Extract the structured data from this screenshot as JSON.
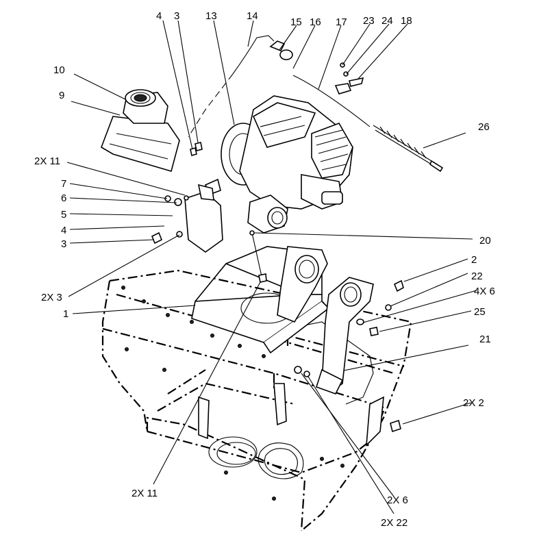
{
  "callouts": [
    {
      "id": "c1",
      "text": "1"
    },
    {
      "id": "c2",
      "text": "2"
    },
    {
      "id": "c2x2",
      "text": "2X 2"
    },
    {
      "id": "c3a",
      "text": "3"
    },
    {
      "id": "c3b",
      "text": "3"
    },
    {
      "id": "c2x3",
      "text": "2X 3"
    },
    {
      "id": "c4a",
      "text": "4"
    },
    {
      "id": "c4b",
      "text": "4"
    },
    {
      "id": "c4x6",
      "text": "4X 6"
    },
    {
      "id": "c2x6",
      "text": "2X 6"
    },
    {
      "id": "c5",
      "text": "5"
    },
    {
      "id": "c6",
      "text": "6"
    },
    {
      "id": "c7",
      "text": "7"
    },
    {
      "id": "c9",
      "text": "9"
    },
    {
      "id": "c10",
      "text": "10"
    },
    {
      "id": "c2x11a",
      "text": "2X 11"
    },
    {
      "id": "c2x11b",
      "text": "2X 11"
    },
    {
      "id": "c13",
      "text": "13"
    },
    {
      "id": "c14",
      "text": "14"
    },
    {
      "id": "c15",
      "text": "15"
    },
    {
      "id": "c16",
      "text": "16"
    },
    {
      "id": "c17",
      "text": "17"
    },
    {
      "id": "c18",
      "text": "18"
    },
    {
      "id": "c20",
      "text": "20"
    },
    {
      "id": "c21",
      "text": "21"
    },
    {
      "id": "c22",
      "text": "22"
    },
    {
      "id": "c2x22",
      "text": "2X 22"
    },
    {
      "id": "c23",
      "text": "23"
    },
    {
      "id": "c24",
      "text": "24"
    },
    {
      "id": "c25",
      "text": "25"
    },
    {
      "id": "c26",
      "text": "26"
    }
  ]
}
